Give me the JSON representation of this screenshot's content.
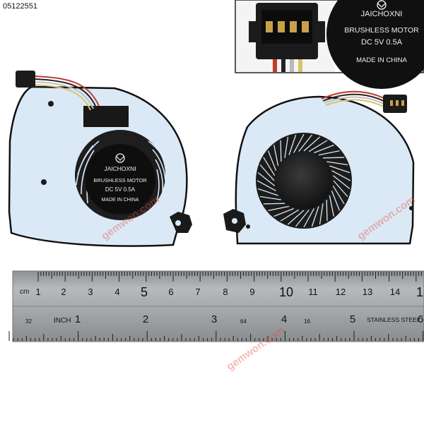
{
  "product_code": "05122551",
  "label": {
    "brand": "JAICHOXNI",
    "type": "BRUSHLESS MOTOR",
    "rating": "DC 5V  0.5A",
    "origin": "MADE IN CHINA"
  },
  "watermark": "gemwon.com",
  "ruler": {
    "cm_unit": "cm",
    "cm_marks": [
      "1",
      "2",
      "3",
      "4",
      "5",
      "6",
      "7",
      "8",
      "9",
      "10",
      "11",
      "12",
      "13",
      "14",
      "1"
    ],
    "inch_unit": "INCH",
    "inch_marks": [
      "1",
      "2",
      "3",
      "4",
      "5",
      "6"
    ],
    "scale_32": "32",
    "scale_64": "64",
    "scale_16": "16",
    "material": "STAINLESS STEEL"
  },
  "colors": {
    "fan_plate": "#dbe9f6",
    "fan_outline": "#111111",
    "ruler_steel": "#a9acaf"
  }
}
